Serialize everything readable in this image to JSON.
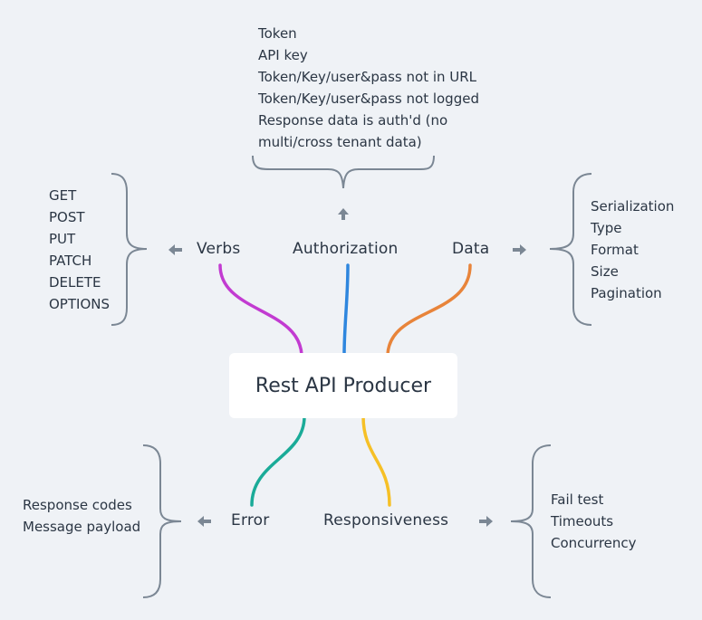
{
  "root": {
    "label": "Rest API Producer"
  },
  "branches": {
    "authorization": {
      "label": "Authorization",
      "color": "#2e86de",
      "items": [
        "Token",
        "API key",
        "Token/Key/user&pass not in URL",
        "Token/Key/user&pass not logged",
        "Response data is auth'd (no",
        "multi/cross tenant data)"
      ]
    },
    "verbs": {
      "label": "Verbs",
      "color": "#c23bd1",
      "items": [
        "GET",
        "POST",
        "PUT",
        "PATCH",
        "DELETE",
        "OPTIONS"
      ]
    },
    "data": {
      "label": "Data",
      "color": "#e8843a",
      "items": [
        "Serialization",
        "Type",
        "Format",
        "Size",
        "Pagination"
      ]
    },
    "error": {
      "label": "Error",
      "color": "#1aab98",
      "items": [
        "Response codes",
        "Message payload"
      ]
    },
    "responsiveness": {
      "label": "Responsiveness",
      "color": "#f6c026",
      "items": [
        "Fail test",
        "Timeouts",
        "Concurrency"
      ]
    }
  },
  "style": {
    "bracket_color": "#7b8794",
    "arrow_color": "#7b8794"
  }
}
